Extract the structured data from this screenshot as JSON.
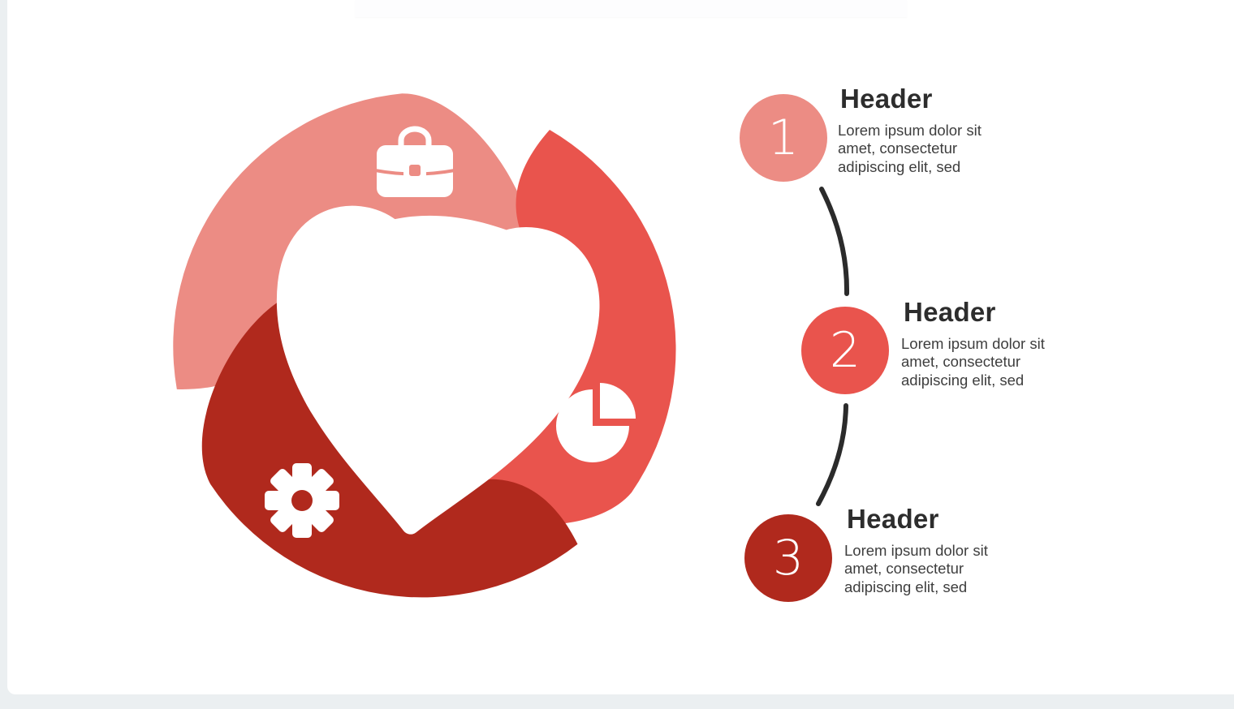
{
  "canvas": {
    "background": "#ffffff",
    "frame_color": "#ebeff1",
    "top_bar_color": "#fdfdfe"
  },
  "diagram": {
    "heart_color": "#ffffff",
    "line_color": "#2b2b2b",
    "segments": [
      {
        "name": "segment-1",
        "color": "#EC8C84",
        "icon": "briefcase"
      },
      {
        "name": "segment-2",
        "color": "#E9544D",
        "icon": "pie-chart"
      },
      {
        "name": "segment-3",
        "color": "#B0291D",
        "icon": "gear"
      }
    ]
  },
  "items": [
    {
      "number": "1",
      "header": "Header",
      "color": "#EC8C84",
      "body_lines": [
        "Lorem ipsum dolor sit",
        "amet, consectetur",
        "adipiscing elit, sed"
      ]
    },
    {
      "number": "2",
      "header": "Header",
      "color": "#E9544D",
      "body_lines": [
        "Lorem ipsum dolor sit",
        "amet, consectetur",
        "adipiscing elit, sed"
      ]
    },
    {
      "number": "3",
      "header": "Header",
      "color": "#B0291D",
      "body_lines": [
        "Lorem ipsum dolor sit",
        "amet, consectetur",
        "adipiscing elit, sed"
      ]
    }
  ]
}
